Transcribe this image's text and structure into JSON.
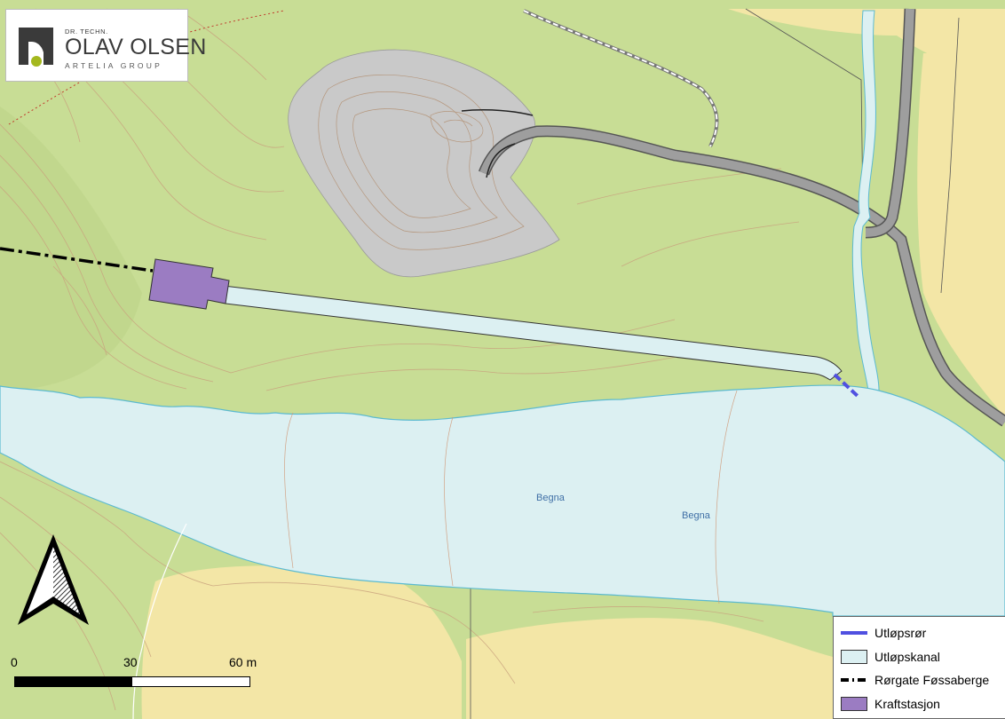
{
  "logo": {
    "line1": "DR. TECHN.",
    "line2": "OLAV OLSEN",
    "line3": "ARTELIA GROUP",
    "icon": "olav-olsen-logo-mark"
  },
  "map_labels": {
    "river_1": "Begna",
    "river_2": "Begna"
  },
  "scale_bar": {
    "labels": [
      "0",
      "30",
      "60 m"
    ]
  },
  "north_arrow": {
    "icon": "north-arrow-icon"
  },
  "legend": {
    "items": [
      {
        "label": "Utløpsrør",
        "symbol": "line",
        "color": "#5050e0"
      },
      {
        "label": "Utløpskanal",
        "symbol": "polygon",
        "color": "#dcf0f2"
      },
      {
        "label": "Rørgate Føssaberge",
        "symbol": "dash-dot-line",
        "color": "#000000"
      },
      {
        "label": "Kraftstasjon",
        "symbol": "polygon",
        "color": "#9b7cc2"
      }
    ]
  },
  "colors": {
    "terrain_green": "#c8dd95",
    "field_yellow": "#f3e6a6",
    "water": "#dcf0f2",
    "shoreline": "#5bbad0",
    "spoil_grey": "#c9c9c9",
    "road": "#9e9e9e",
    "contour": "#c9a27e",
    "power_station": "#9b7cc2"
  }
}
